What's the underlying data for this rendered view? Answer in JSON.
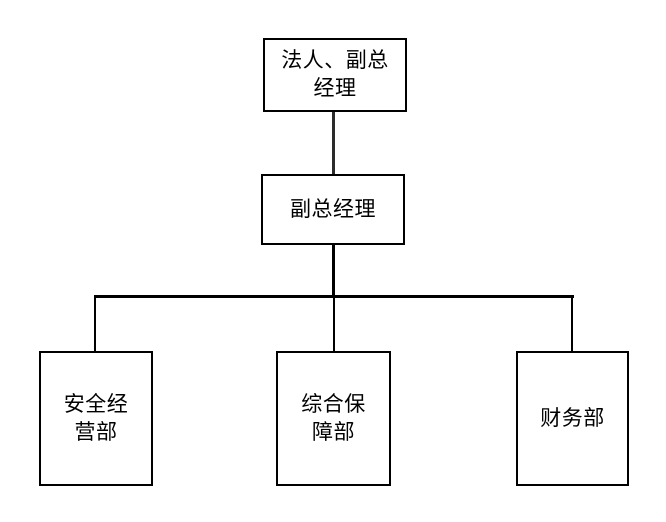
{
  "diagram": {
    "type": "org-chart",
    "colors": {
      "background": "#ffffff",
      "box_fill": "#ffffff",
      "box_border": "#000000",
      "line": "#000000",
      "text": "#000000"
    },
    "nodes": {
      "root": {
        "label": "法人、副总\n经理"
      },
      "deputy": {
        "label": "副总经理"
      },
      "safety": {
        "label": "安全经\n营部"
      },
      "support": {
        "label": "综合保\n障部"
      },
      "finance": {
        "label": "财务部"
      }
    },
    "edges": [
      {
        "from": "root",
        "to": "deputy"
      },
      {
        "from": "deputy",
        "to": "safety"
      },
      {
        "from": "deputy",
        "to": "support"
      },
      {
        "from": "deputy",
        "to": "finance"
      }
    ]
  }
}
